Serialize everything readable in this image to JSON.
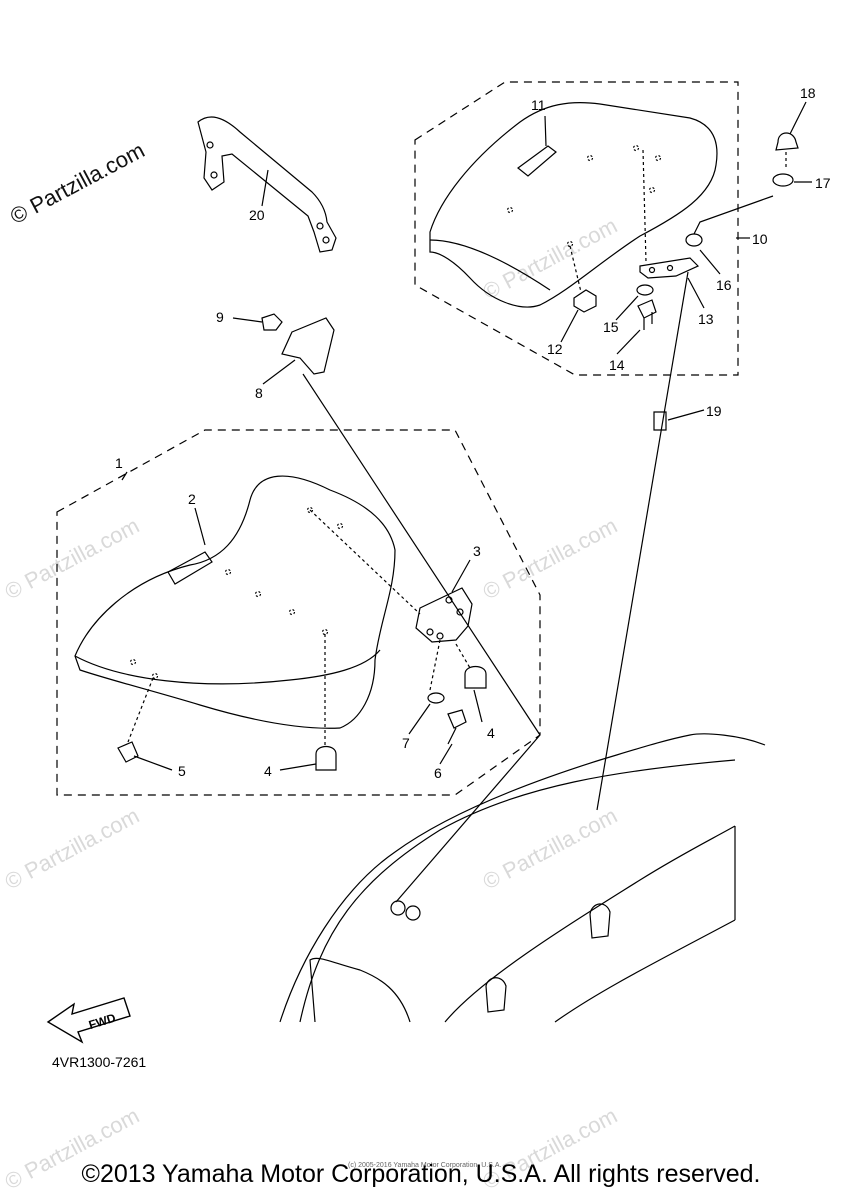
{
  "watermark": "© Partzilla.com",
  "logo": "© Partzilla.com",
  "callouts": {
    "c1": "1",
    "c2": "2",
    "c3": "3",
    "c4a": "4",
    "c4b": "4",
    "c5": "5",
    "c6": "6",
    "c7": "7",
    "c8": "8",
    "c9": "9",
    "c10": "10",
    "c11": "11",
    "c12": "12",
    "c13": "13",
    "c14": "14",
    "c15": "15",
    "c16": "16",
    "c17": "17",
    "c18": "18",
    "c19": "19",
    "c20": "20"
  },
  "fwd_label": "FWD",
  "diagram_code": "4VR1300-7261",
  "footer": "©2013 Yamaha Motor Corporation, U.S.A. All rights reserved.",
  "tiny_notice": "(c) 2005-2016 Yamaha Motor Corporation, U.S.A."
}
